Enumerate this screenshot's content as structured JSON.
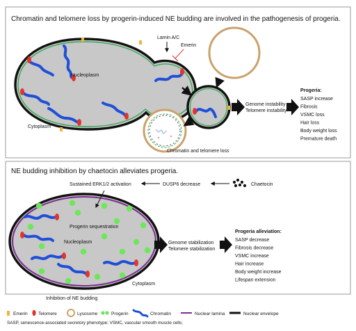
{
  "panel_top": {
    "title": "Chromatin and telomere loss by progerin-induced NE budding are involved in the pathogenesis of progeria.",
    "labels": {
      "lamin": "Lamin A/C",
      "emerin": "Emerin",
      "nucleoplasm": "Nucleoplasm",
      "cytoplasm": "Cytoplasm",
      "loss": "Chromatin and telomere loss",
      "instability_1": "Genome instability",
      "instability_2": "Telomere instability"
    },
    "phenotype_heading": "Progeria:",
    "phenotypes": [
      "SASP increase",
      "Fibrosis",
      "VSMC loss",
      "Hair loss",
      "Body weight loss",
      "Premature death"
    ]
  },
  "panel_bottom": {
    "title": "NE budding inhibition by chaetocin alleviates progeria.",
    "labels": {
      "erk": "Sustained ERK1/2 activation",
      "dusp6": "DUSP6 decrease",
      "chaetocin": "Chaetocin",
      "sequestration": "Progerin sequestration",
      "nucleoplasm": "Nucleoplasm",
      "cytoplasm": "Cytoplasm",
      "inhibition": "Inhibition of NE budding",
      "stabilization_1": "Genome stabilization",
      "stabilization_2": "Telomere stabilization"
    },
    "phenotype_heading": "Progeria alleviation:",
    "phenotypes": [
      "SASP decrease",
      "Fibrosis decrease",
      "VSMC increase",
      "Hair increase",
      "Body weight increase",
      "Lifespan extension"
    ]
  },
  "legend": {
    "items": [
      {
        "label": "Emerin",
        "icon": "emerin-icon",
        "color": "#F2B33D"
      },
      {
        "label": "Telomere",
        "icon": "telomere-icon",
        "color": "#E4332B"
      },
      {
        "label": "Lysosome",
        "icon": "lysosome-icon",
        "color": "#C9A26B"
      },
      {
        "label": "Progerin",
        "icon": "progerin-icon",
        "color": "#6EE65A"
      },
      {
        "label": "Chromatin",
        "icon": "chromatin-icon",
        "color": "#1F4FD8"
      },
      {
        "label": "Nuclear lamina",
        "icon": "nuclear-lamina-icon",
        "color": "#7B2D8E"
      },
      {
        "label": "Nuclear envelope",
        "icon": "nuclear-envelope-icon",
        "color": "#111111"
      }
    ],
    "footnote": "SASP, senescence-associated secretory phenotype; VSMC, vascular smooth muscle cells;"
  },
  "colors": {
    "nucleus_fill": "#C8C8C8",
    "envelope": "#111111",
    "lamina_green": "#34A853",
    "lamina_purple": "#7B2D8E",
    "lysosome": "#C9A26B",
    "progerin": "#6EE65A",
    "chromatin": "#1F4FD8",
    "telomere": "#E4332B",
    "emerin": "#F2B33D",
    "panel_border": "#9A9A9A"
  }
}
